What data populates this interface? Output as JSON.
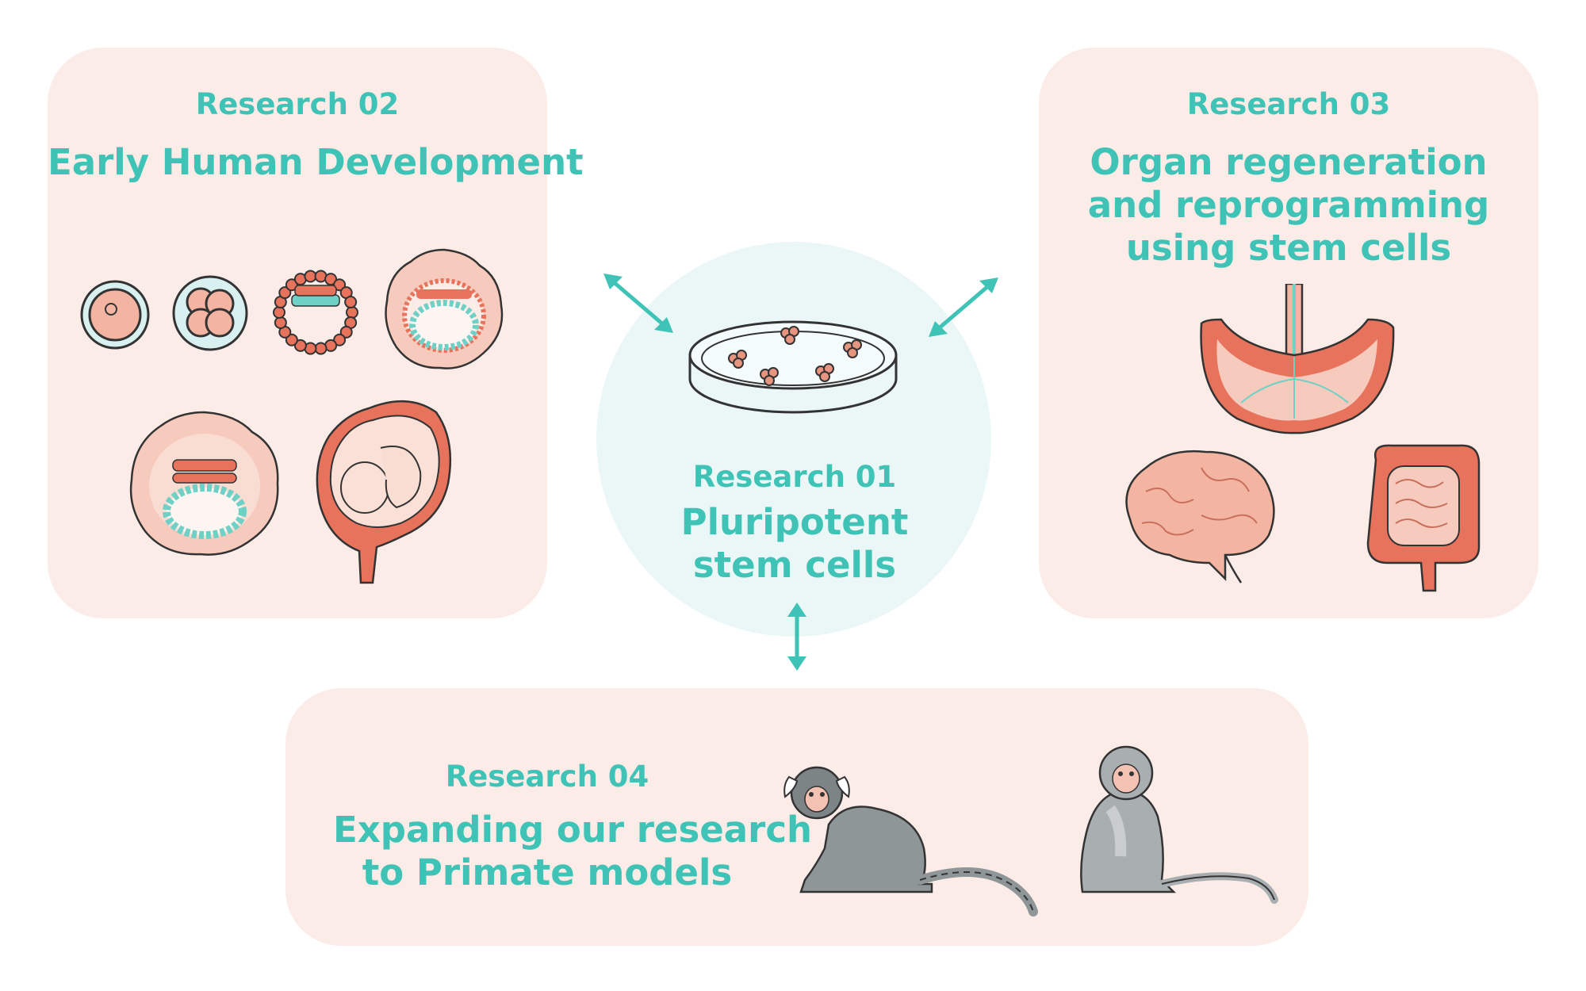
{
  "colors": {
    "accent": "#3fc3b6",
    "panel_bg": "#fbece8",
    "center_bg": "#eaf7f6",
    "coral": "#e8735c",
    "salmon": "#f3b4a2",
    "gray": "#8f9698"
  },
  "research_01": {
    "label": "Research 01",
    "title_line1": "Pluripotent",
    "title_line2": "stem cells"
  },
  "research_02": {
    "label": "Research 02",
    "title": "Early Human Development"
  },
  "research_03": {
    "label": "Research 03",
    "title_line1": "Organ regeneration",
    "title_line2": "and reprogramming",
    "title_line3": "using stem cells"
  },
  "research_04": {
    "label": "Research 04",
    "title_line1": "Expanding our research",
    "title_line2": "to Primate models"
  },
  "icons": [
    "petri-dish-icon",
    "zygote-icon",
    "four-cell-embryo-icon",
    "blastocyst-icon",
    "implanting-blastocyst-icon",
    "embryo-disc-icon",
    "fetus-in-uterus-icon",
    "stomach-icon",
    "brain-icon",
    "intestine-icon",
    "marmoset-icon",
    "macaque-icon",
    "double-arrow-icon"
  ]
}
